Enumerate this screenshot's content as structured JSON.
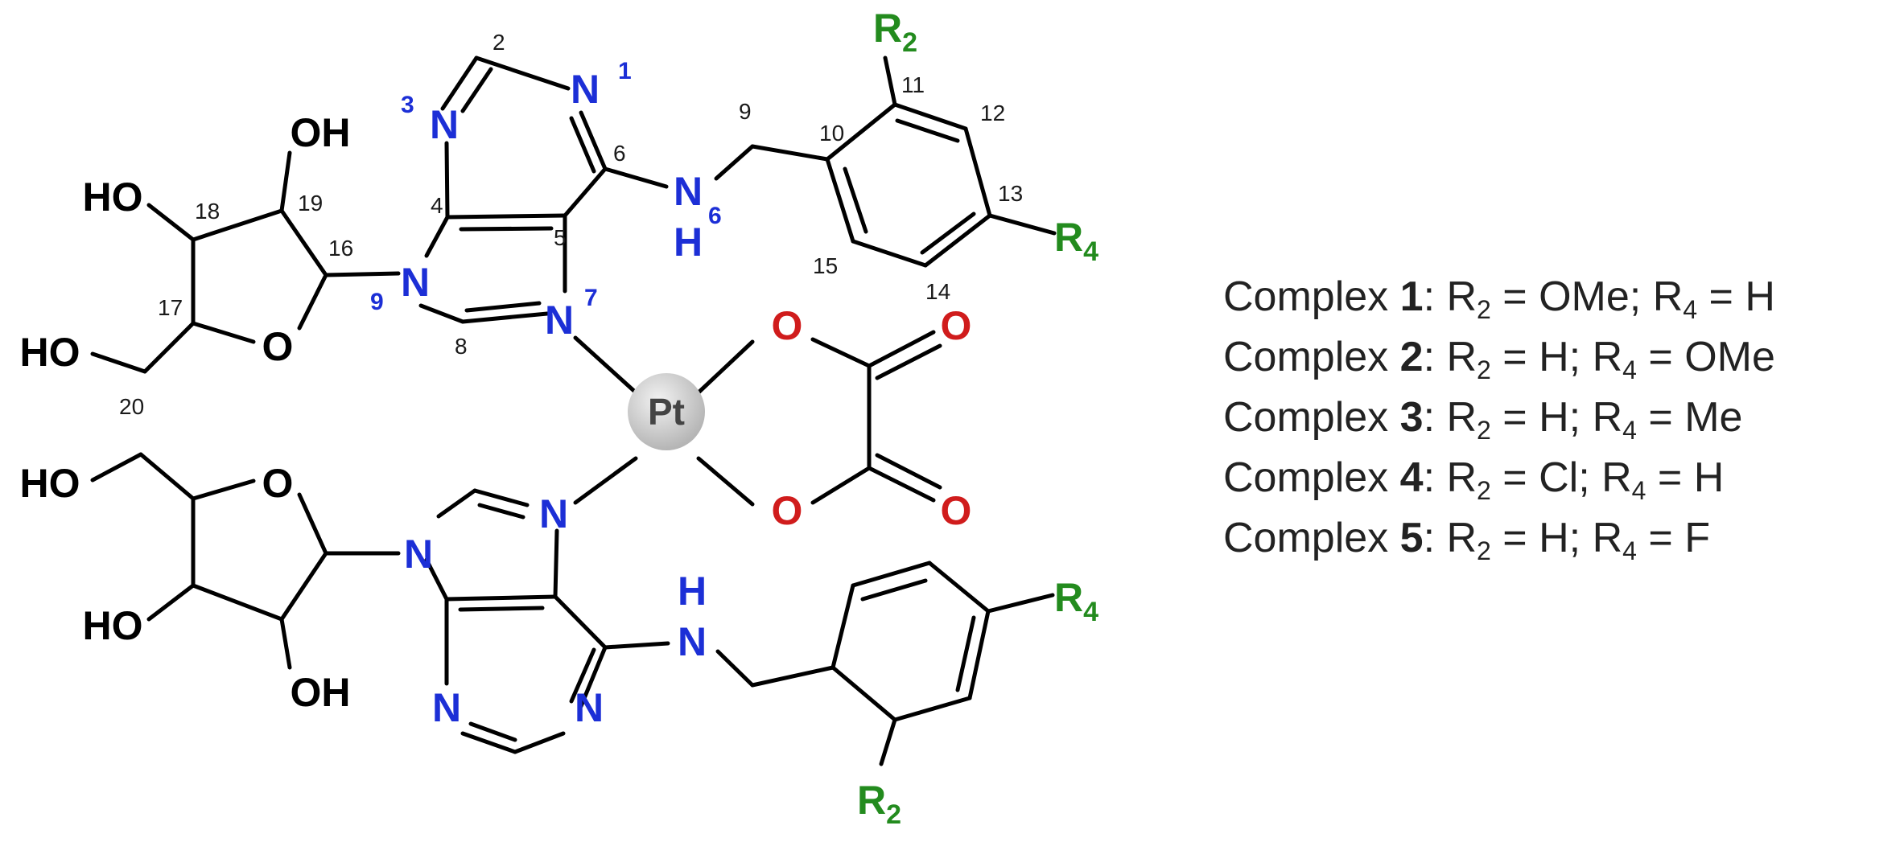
{
  "colors": {
    "carbon": "#000000",
    "nitrogen": "#1c2fd6",
    "oxygen": "#d01c1c",
    "substituent": "#238b1e",
    "platinum": "#cfcfcf",
    "legend_text": "#222222"
  },
  "atoms": {
    "N": "N",
    "O": "O",
    "H": "H",
    "OH": "OH",
    "HO": "HO",
    "R": "R",
    "Pt": "Pt"
  },
  "subscripts": {
    "two": "2",
    "four": "4"
  },
  "numbering": {
    "n1": "1",
    "n2": "2",
    "n3": "3",
    "n4": "4",
    "n5": "5",
    "n6": "6",
    "n7": "7",
    "n8": "8",
    "n9": "9",
    "n9b": "9",
    "n10": "10",
    "n11": "11",
    "n12": "12",
    "n13": "13",
    "n14": "14",
    "n15": "15",
    "n16": "16",
    "n17": "17",
    "n18": "18",
    "n19": "19",
    "n20": "20"
  },
  "legend": [
    {
      "prefix": "Complex ",
      "number": "1",
      "r2": "OMe",
      "r4": "H"
    },
    {
      "prefix": "Complex ",
      "number": "2",
      "r2": "H",
      "r4": "OMe"
    },
    {
      "prefix": "Complex ",
      "number": "3",
      "r2": "H",
      "r4": "Me"
    },
    {
      "prefix": "Complex ",
      "number": "4",
      "r2": "Cl",
      "r4": "H"
    },
    {
      "prefix": "Complex ",
      "number": "5",
      "r2": "H",
      "r4": "F"
    }
  ],
  "legend_tokens": {
    "colon": ": ",
    "r": "R",
    "eq": " = ",
    "sep": "; "
  }
}
